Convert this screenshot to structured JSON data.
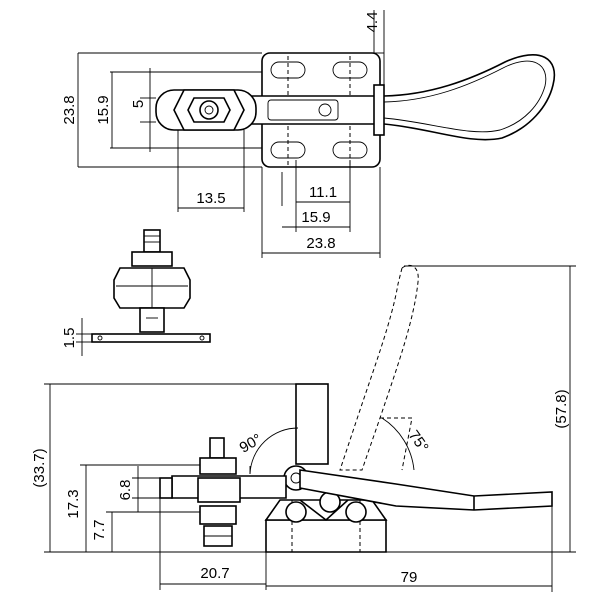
{
  "top_view": {
    "dims": {
      "height_overall": "23.8",
      "height_mid": "15.9",
      "height_small": "5",
      "width_left": "13.5",
      "width_11": "11.1",
      "width_15": "15.9",
      "width_23": "23.8",
      "top_offset": "4.4"
    }
  },
  "side_view": {
    "dims": {
      "base_thickness": "1.5"
    }
  },
  "front_view": {
    "dims": {
      "height_total": "(33.7)",
      "height_17": "17.3",
      "height_7": "7.7",
      "height_6": "6.8",
      "width_20": "20.7",
      "width_79": "79",
      "height_57": "(57.8)",
      "angle_90": "90°",
      "angle_75": "75°"
    }
  }
}
